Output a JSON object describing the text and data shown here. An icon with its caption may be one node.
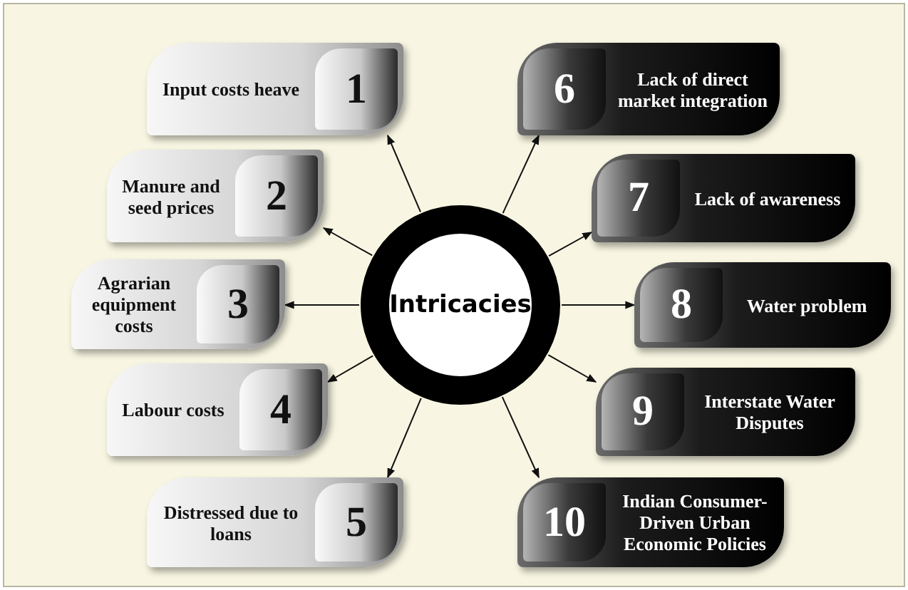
{
  "diagram": {
    "nodes": [
      {
        "text": [
          "Intricacies"
        ]
      },
      {
        "text": [
          "Input costs heave",
          "1"
        ]
      },
      {
        "text": [
          "Manure and seed prices",
          "2"
        ]
      },
      {
        "text": [
          "Agrarian equipment costs",
          "3"
        ]
      },
      {
        "text": [
          "Labour costs",
          "4"
        ]
      },
      {
        "text": [
          "Distressed due to loans",
          "5"
        ]
      },
      {
        "text": [
          "6",
          "Lack of direct market integration"
        ]
      },
      {
        "text": [
          "7",
          "Lack of awareness"
        ]
      },
      {
        "text": [
          "8",
          "Water problem"
        ]
      },
      {
        "text": [
          "9",
          "Interstate Water Disputes"
        ]
      },
      {
        "text": [
          "10",
          "Indian Consumer-Driven Urban Economic Policies"
        ]
      }
    ],
    "edges": [
      {
        "from": 0,
        "to": 1,
        "arrow": "to"
      },
      {
        "from": 0,
        "to": 2,
        "arrow": "to"
      },
      {
        "from": 0,
        "to": 3,
        "arrow": "to"
      },
      {
        "from": 0,
        "to": 4,
        "arrow": "to"
      },
      {
        "from": 0,
        "to": 5,
        "arrow": "to"
      },
      {
        "from": 0,
        "to": 6,
        "arrow": "to"
      },
      {
        "from": 0,
        "to": 7,
        "arrow": "to"
      },
      {
        "from": 0,
        "to": 8,
        "arrow": "to"
      },
      {
        "from": 0,
        "to": 9,
        "arrow": "to"
      },
      {
        "from": 0,
        "to": 10,
        "arrow": "to"
      }
    ]
  }
}
